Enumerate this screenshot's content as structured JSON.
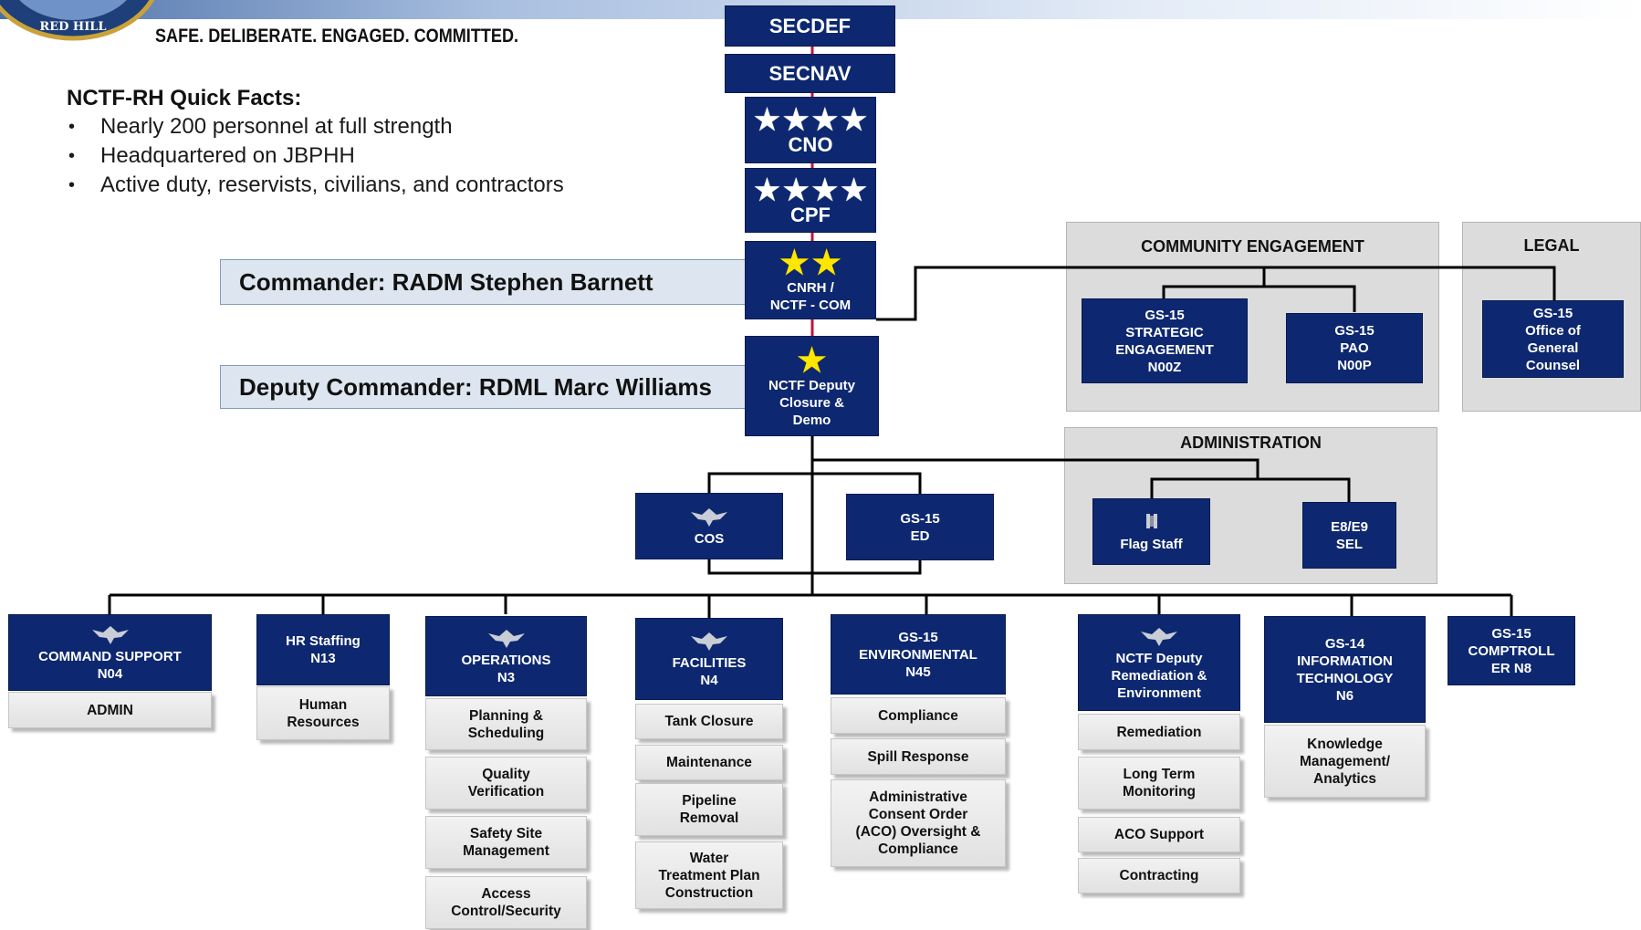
{
  "header": {
    "motto": "SAFE. DELIBERATE. ENGAGED. COMMITTED.",
    "seal_text": "RED HILL"
  },
  "facts": {
    "title": "NCTF-RH Quick Facts:",
    "items": [
      "Nearly 200 personnel at full strength",
      "Headquartered on JBPHH",
      "Active duty, reservists, civilians, and contractors"
    ]
  },
  "leaders": {
    "commander": "Commander: RADM Stephen Barnett",
    "deputy": "Deputy Commander: RDML Marc Williams"
  },
  "chain": {
    "secdef": "SECDEF",
    "secnav": "SECNAV",
    "cno": "CNO",
    "cpf": "CPF",
    "cnrh": "CNRH /\nNCTF - COM",
    "deputy": "NCTF Deputy\nClosure &\nDemo"
  },
  "community": {
    "title": "COMMUNITY ENGAGEMENT",
    "strategic": "GS-15\nSTRATEGIC\nENGAGEMENT\nN00Z",
    "pao": "GS-15\nPAO\nN00P"
  },
  "legal": {
    "title": "LEGAL",
    "counsel": "GS-15\nOffice of\nGeneral\nCounsel"
  },
  "administration": {
    "title": "ADMINISTRATION",
    "flag_staff": "Flag Staff",
    "sel": "E8/E9\nSEL"
  },
  "staff": {
    "cos": "COS",
    "ed": "GS-15\nED"
  },
  "departments": {
    "command_support": {
      "title": "COMMAND SUPPORT\nN04",
      "subs": [
        "ADMIN"
      ]
    },
    "hr": {
      "title": "HR Staffing\nN13",
      "subs": [
        "Human\nResources"
      ]
    },
    "operations": {
      "title": "OPERATIONS\nN3",
      "subs": [
        "Planning &\nScheduling",
        "Quality\nVerification",
        "Safety Site\nManagement",
        "Access\nControl/Security"
      ]
    },
    "facilities": {
      "title": "FACILITIES\nN4",
      "subs": [
        "Tank Closure",
        "Maintenance",
        "Pipeline\nRemoval",
        "Water\nTreatment Plan\nConstruction"
      ]
    },
    "environmental": {
      "title": "GS-15\nENVIRONMENTAL\nN45",
      "subs": [
        "Compliance",
        "Spill Response",
        "Administrative\nConsent Order\n(ACO) Oversight &\nCompliance"
      ]
    },
    "remediation": {
      "title": "NCTF Deputy\nRemediation &\nEnvironment",
      "subs": [
        "Remediation",
        "Long Term\nMonitoring",
        "ACO Support",
        "Contracting"
      ]
    },
    "it": {
      "title": "GS-14\nINFORMATION\nTECHNOLOGY\nN6",
      "subs": [
        "Knowledge\nManagement/\nAnalytics"
      ]
    },
    "comptroller": {
      "title": "GS-15\nCOMPTROLL\nER N8"
    }
  },
  "colors": {
    "navy": "#0d2870",
    "gray_box": "#e6e6e6",
    "panel": "#dcdcdc",
    "star_gold": "#ffe600",
    "line": "#000000"
  },
  "icons": {
    "four_star": "white-star-icon",
    "two_star": "gold-star-icon",
    "eagle": "eagle-insignia-icon",
    "flag": "flag-insignia-icon"
  }
}
